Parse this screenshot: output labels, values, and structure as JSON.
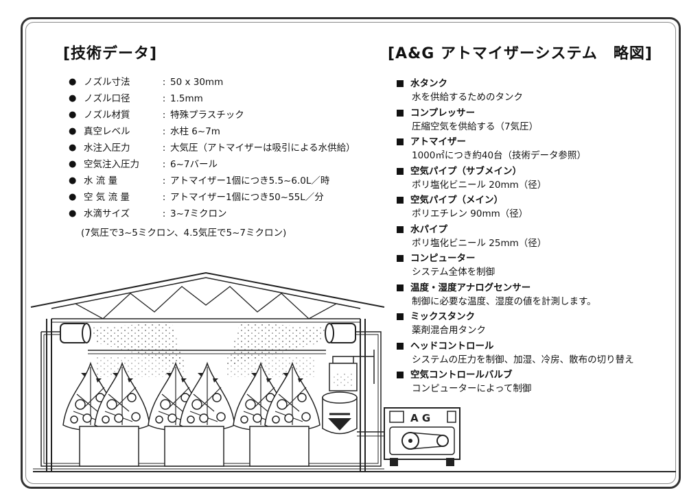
{
  "technical_data": {
    "title": "[技術データ]",
    "items": [
      {
        "bullet": "●",
        "label": "ノズル寸法",
        "sep": ":",
        "value": "50 x 30mm"
      },
      {
        "bullet": "●",
        "label": "ノズル口径",
        "sep": ":",
        "value": "1.5mm"
      },
      {
        "bullet": "●",
        "label": "ノズル材質",
        "sep": ":",
        "value": "特殊プラスチック"
      },
      {
        "bullet": "●",
        "label": "真空レベル",
        "sep": ":",
        "value": "水柱 6~7m"
      },
      {
        "bullet": "●",
        "label": "水注入圧力",
        "sep": ":",
        "value": "大気圧（アトマイザーは吸引による水供給）"
      },
      {
        "bullet": "●",
        "label": "空気注入圧力",
        "sep": ":",
        "value": "6~7バール"
      },
      {
        "bullet": "●",
        "label": "水 流 量",
        "sep": ":",
        "value": "アトマイザー1個につき5.5~6.0L／時"
      },
      {
        "bullet": "●",
        "label": "空 気 流 量",
        "sep": ":",
        "value": "アトマイザー1個につき50~55L／分"
      },
      {
        "bullet": "●",
        "label": "水滴サイズ",
        "sep": ":",
        "value": "3~7ミクロン"
      }
    ],
    "note": "(7気圧で3~5ミクロン、4.5気圧で5~7ミクロン)"
  },
  "system": {
    "title": "[A&G アトマイザーシステム　略図]",
    "items": [
      {
        "name": "水タンク",
        "desc": "水を供給するためのタンク"
      },
      {
        "name": "コンプレッサー",
        "desc": "圧縮空気を供給する（7気圧）"
      },
      {
        "name": "アトマイザー",
        "desc": "1000㎡につき約40台（技術データ参照）"
      },
      {
        "name": "空気パイプ（サブメイン）",
        "desc": "ポリ塩化ビニール 20mm（径）"
      },
      {
        "name": "空気パイプ（メイン）",
        "desc": "ポリエチレン 90mm（径）"
      },
      {
        "name": "水パイプ",
        "desc": "ポリ塩化ビニール 25mm（径）"
      },
      {
        "name": "コンピューター",
        "desc": "システム全体を制御"
      },
      {
        "name": "温度・湿度アナログセンサー",
        "desc": "制御に必要な温度、湿度の値を計測します。"
      },
      {
        "name": "ミックスタンク",
        "desc": "薬剤混合用タンク"
      },
      {
        "name": "ヘッドコントロール",
        "desc": "システムの圧力を制御、加湿、冷房、散布の切り替え"
      },
      {
        "name": "空気コントロールバルブ",
        "desc": "コンピューターによって制御"
      }
    ]
  },
  "diagram": {
    "logo_text": "A G",
    "colors": {
      "line": "#333333",
      "fill": "#ffffff"
    }
  }
}
